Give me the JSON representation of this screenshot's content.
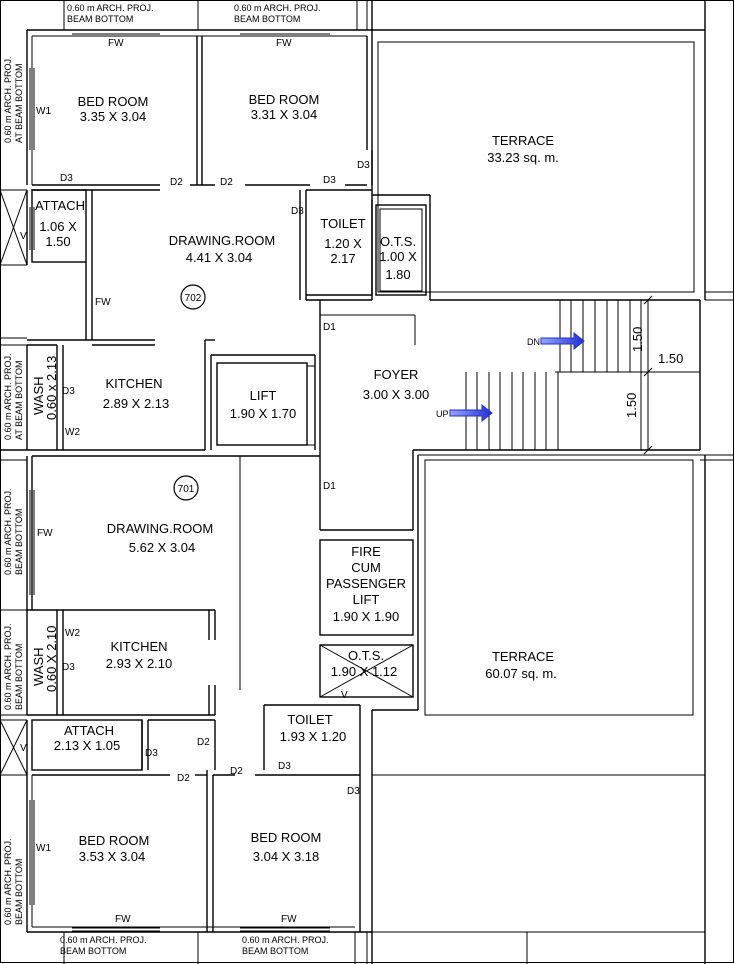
{
  "rooms": {
    "bed1": {
      "name": "BED ROOM",
      "dim": "3.35 X 3.04"
    },
    "bed2": {
      "name": "BED ROOM",
      "dim": "3.31 X 3.04"
    },
    "terrace_top": {
      "name": "TERRACE",
      "area": "33.23 sq. m."
    },
    "attach_top": {
      "name": "ATTACH",
      "dim1": "1.06 X",
      "dim2": "1.50"
    },
    "drawing_702": {
      "name": "DRAWING.ROOM",
      "dim": "4.41 X 3.04",
      "flat": "702"
    },
    "toilet_top": {
      "name": "TOILET",
      "dim1": "1.20 X",
      "dim2": "2.17"
    },
    "ots_top": {
      "name": "O.T.S.",
      "dim1": "1.00 X",
      "dim2": "1.80"
    },
    "kitchen_top": {
      "name": "KITCHEN",
      "dim": "2.89 X 2.13"
    },
    "wash_top": {
      "name": "WASH",
      "dim": "0.60 x 2.13"
    },
    "lift": {
      "name": "LIFT",
      "dim": "1.90 X 1.70"
    },
    "foyer": {
      "name": "FOYER",
      "dim": "3.00 X 3.00"
    },
    "drawing_701": {
      "name": "DRAWING.ROOM",
      "dim": "5.62 X 3.04",
      "flat": "701"
    },
    "fire_lift": {
      "l1": "FIRE",
      "l2": "CUM",
      "l3": "PASSENGER",
      "l4": "LIFT",
      "dim": "1.90 X 1.90"
    },
    "ots_bottom": {
      "name": "O.T.S.",
      "dim": "1.90 X 1.12"
    },
    "terrace_bottom": {
      "name": "TERRACE",
      "area": "60.07 sq. m."
    },
    "kitchen_bottom": {
      "name": "KITCHEN",
      "dim": "2.93 X 2.10"
    },
    "wash_bottom": {
      "name": "WASH",
      "dim": "0.60 X 2.10"
    },
    "attach_bottom": {
      "name": "ATTACH",
      "dim": "2.13 X 1.05"
    },
    "toilet_bottom": {
      "name": "TOILET",
      "dim": "1.93 X 1.20"
    },
    "bed3": {
      "name": "BED ROOM",
      "dim": "3.53 X 3.04"
    },
    "bed4": {
      "name": "BED ROOM",
      "dim": "3.04 X 3.18"
    }
  },
  "notes": {
    "proj_line1": "0.60 m ARCH. PROJ.",
    "proj_line2": "BEAM BOTTOM",
    "side_top_l1": "0.60 m ARCH. PROJ.",
    "side_top_l2": "AT BEAM BOTTOM",
    "side_mid_l1": "0.60 m ARCH. PROJ.",
    "side_mid_l2": "AT BEAM BOTTOM",
    "side_l1": "0.60 m ARCH. PROJ.",
    "side_l2": "BEAM BOTTOM"
  },
  "openings": {
    "fw": "FW",
    "w1": "W1",
    "w2": "W2",
    "d1": "D1",
    "d2": "D2",
    "d3": "D3",
    "v": "V"
  },
  "stairs": {
    "dn": "DN",
    "up": "UP",
    "dim_a": "1.50",
    "dim_b": "1.50",
    "dim_c": "1.50"
  },
  "colors": {
    "arrow": "#1f2fd0"
  }
}
